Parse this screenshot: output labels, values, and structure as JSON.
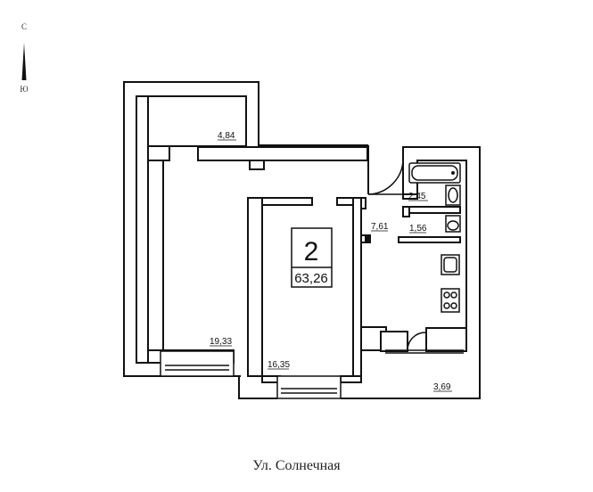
{
  "compass": {
    "north": "С",
    "south": "Ю"
  },
  "apartment": {
    "rooms": "2",
    "total_area": "63,26"
  },
  "rooms": [
    {
      "name": "corridor",
      "area": "4,84"
    },
    {
      "name": "living-room-left",
      "area": "19,33"
    },
    {
      "name": "bedroom-middle",
      "area": "16,35"
    },
    {
      "name": "kitchen",
      "area": "7,61"
    },
    {
      "name": "bathroom",
      "area": "2,45"
    },
    {
      "name": "toilet",
      "area": "1,56"
    },
    {
      "name": "balcony",
      "area": "3,69"
    }
  ],
  "street": "Ул. Солнечная"
}
